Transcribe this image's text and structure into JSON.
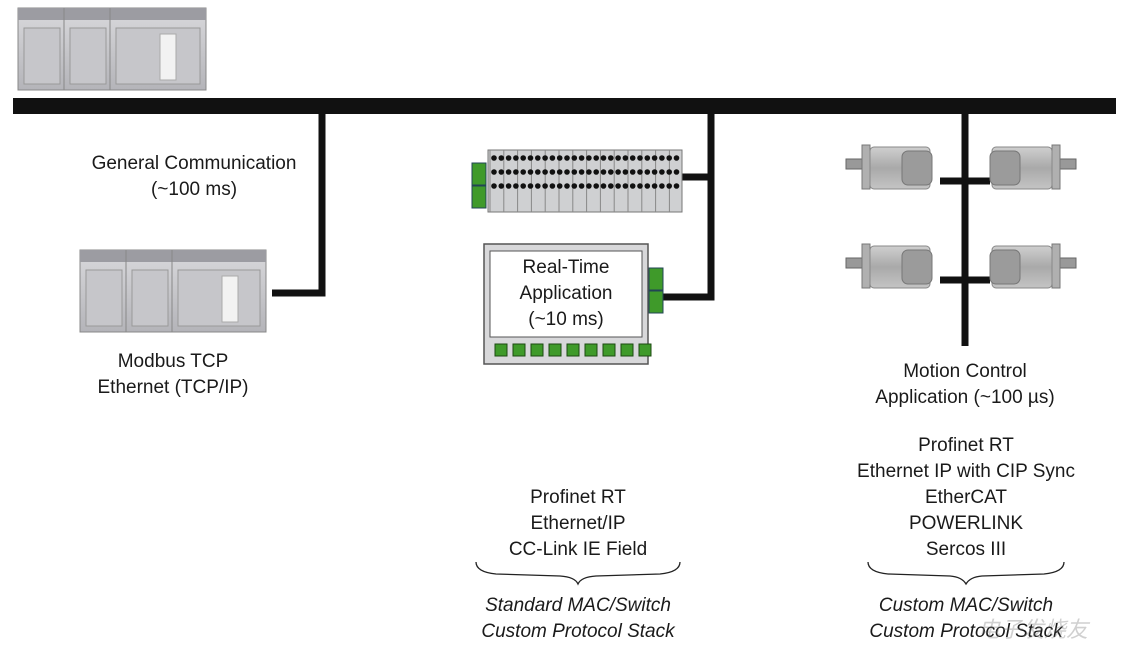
{
  "general": {
    "title": "General Communication",
    "latency": "(~100 ms)",
    "device_line1": "Modbus TCP",
    "device_line2": "Ethernet (TCP/IP)"
  },
  "realtime": {
    "box_line1": "Real-Time",
    "box_line2": "Application",
    "box_line3": "(~10 ms)",
    "protocols": [
      "Profinet RT",
      "Ethernet/IP",
      "CC-Link IE Field"
    ],
    "impl_line1": "Standard MAC/Switch",
    "impl_line2": "Custom Protocol Stack"
  },
  "motion": {
    "title_line1": "Motion Control",
    "title_line2": "Application (~100 µs)",
    "protocols": [
      "Profinet RT",
      "Ethernet IP with CIP Sync",
      "EtherCAT",
      "POWERLINK",
      "Sercos III"
    ],
    "impl_line1": "Custom MAC/Switch",
    "impl_line2": "Custom Protocol Stack"
  },
  "watermark": "电子发烧友",
  "colors": {
    "bus": "#111111",
    "plc_body": "#c8c8cc",
    "module_green": "#3f9a2a",
    "motor_body": "#b9b9b9"
  }
}
